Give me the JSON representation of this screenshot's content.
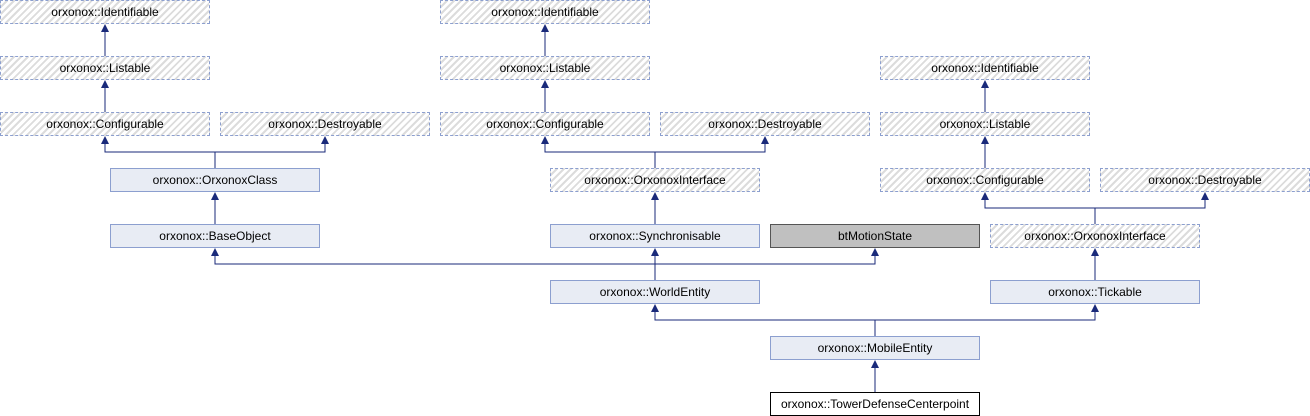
{
  "diagram": {
    "nodes": {
      "a_identifiable": "orxonox::Identifiable",
      "a_listable": "orxonox::Listable",
      "a_configurable": "orxonox::Configurable",
      "a_destroyable": "orxonox::Destroyable",
      "orxonoxclass": "orxonox::OrxonoxClass",
      "baseobject": "orxonox::BaseObject",
      "b_identifiable": "orxonox::Identifiable",
      "b_listable": "orxonox::Listable",
      "b_configurable": "orxonox::Configurable",
      "b_destroyable": "orxonox::Destroyable",
      "b_orxonoxinterface": "orxonox::OrxonoxInterface",
      "synchronisable": "orxonox::Synchronisable",
      "btmotionstate": "btMotionState",
      "worldentity": "orxonox::WorldEntity",
      "c_identifiable": "orxonox::Identifiable",
      "c_listable": "orxonox::Listable",
      "c_configurable": "orxonox::Configurable",
      "c_destroyable": "orxonox::Destroyable",
      "c_orxonoxinterface": "orxonox::OrxonoxInterface",
      "tickable": "orxonox::Tickable",
      "mobileentity": "orxonox::MobileEntity",
      "centerpoint": "orxonox::TowerDefenseCenterpoint"
    }
  }
}
